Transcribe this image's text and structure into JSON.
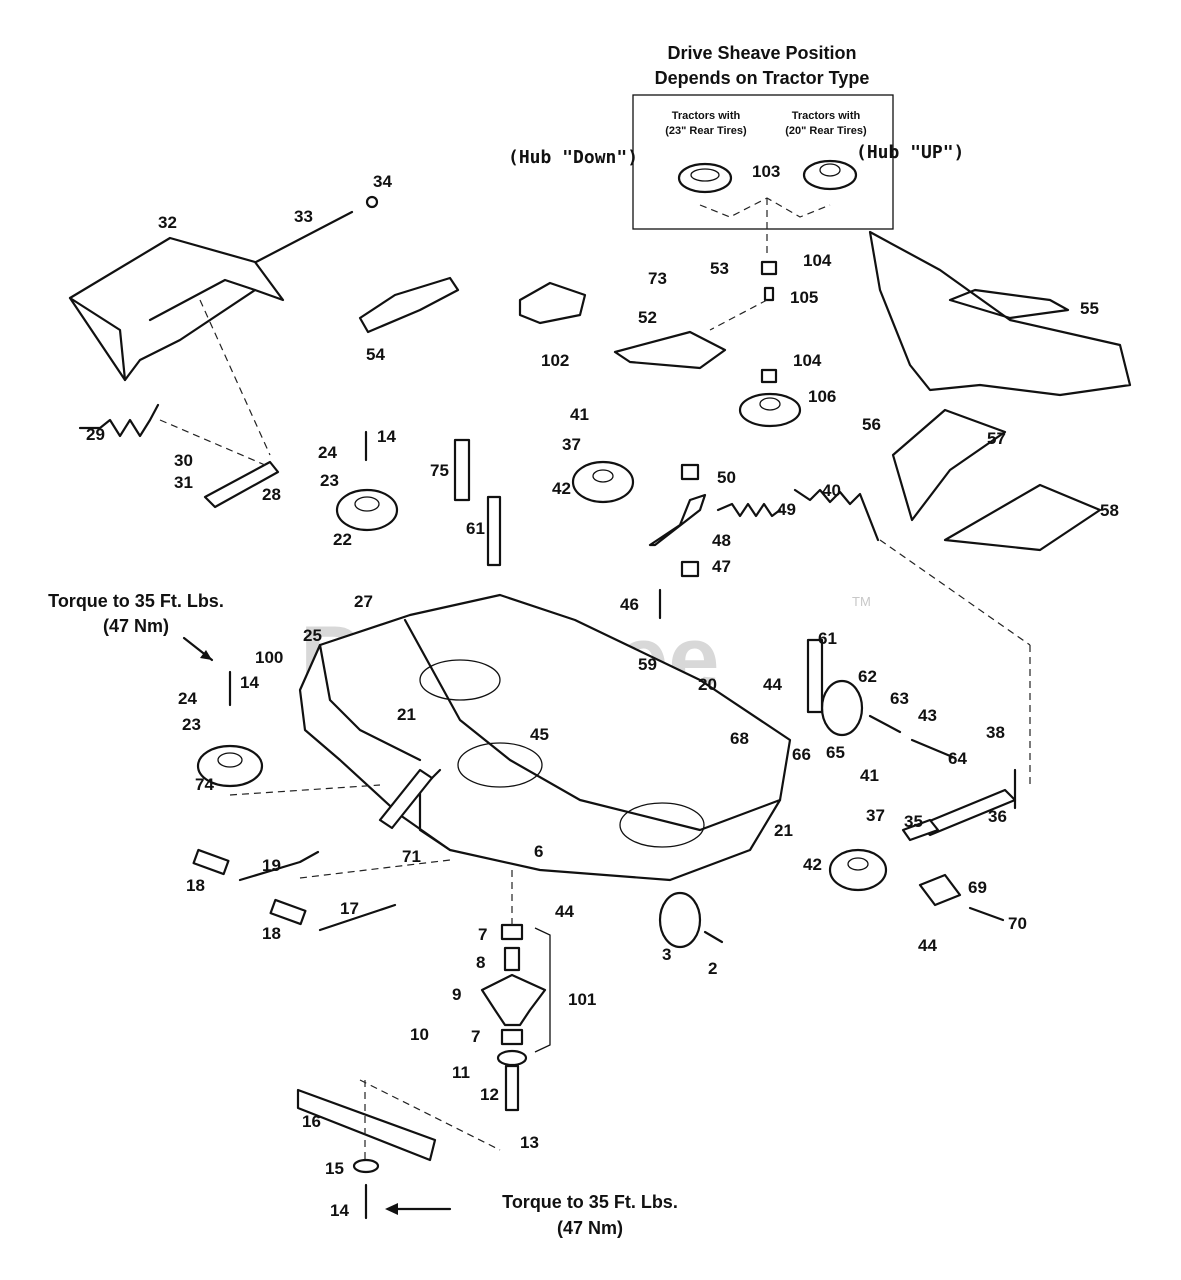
{
  "header": {
    "title_line1": "Drive Sheave Position",
    "title_line2": "Depends on Tractor Type",
    "left_option_line1": "Tractors with",
    "left_option_line2": "(23\" Rear Tires)",
    "right_option_line1": "Tractors with",
    "right_option_line2": "(20\" Rear Tires)",
    "hub_down": "(Hub \"Down\")",
    "hub_up": "(Hub \"UP\")"
  },
  "notes": {
    "torque_left_line1": "Torque to 35 Ft. Lbs.",
    "torque_left_line2": "(47 Nm)",
    "torque_bottom_line1": "Torque to 35 Ft. Lbs.",
    "torque_bottom_line2": "(47 Nm)"
  },
  "watermark": {
    "text": "PartsTree",
    "tm": "TM"
  },
  "callouts": [
    "34",
    "32",
    "33",
    "54",
    "29",
    "30",
    "31",
    "28",
    "24",
    "14",
    "23",
    "22",
    "75",
    "61",
    "41",
    "37",
    "42",
    "73",
    "53",
    "52",
    "102",
    "104",
    "105",
    "104",
    "106",
    "103",
    "55",
    "56",
    "57",
    "58",
    "50",
    "40",
    "49",
    "48",
    "47",
    "46",
    "27",
    "25",
    "100",
    "24",
    "14",
    "23",
    "74",
    "21",
    "45",
    "59",
    "20",
    "61",
    "44",
    "62",
    "63",
    "43",
    "64",
    "68",
    "66",
    "65",
    "38",
    "41",
    "37",
    "35",
    "36",
    "21",
    "71",
    "6",
    "42",
    "69",
    "70",
    "19",
    "18",
    "17",
    "18",
    "44",
    "3",
    "2",
    "44",
    "7",
    "8",
    "9",
    "101",
    "10",
    "7",
    "11",
    "12",
    "16",
    "13",
    "15",
    "14"
  ]
}
